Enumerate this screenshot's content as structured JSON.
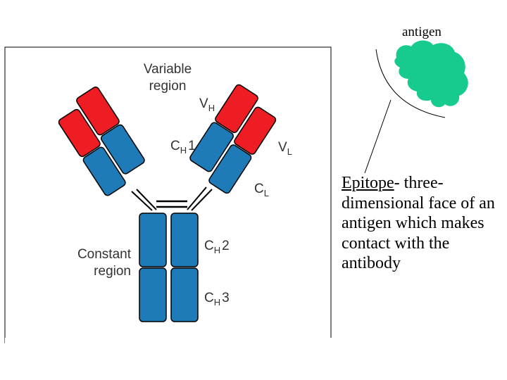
{
  "diagram": {
    "labels": {
      "variable_region_line1": "Variable",
      "variable_region_line2": "region",
      "vh": "V",
      "vh_sub": "H",
      "vl": "V",
      "vl_sub": "L",
      "ch1": "C",
      "ch1_sub": "H",
      "ch1_num": "1",
      "cl": "C",
      "cl_sub": "L",
      "ch2": "C",
      "ch2_sub": "H",
      "ch2_num": "2",
      "ch3": "C",
      "ch3_sub": "H",
      "ch3_num": "3",
      "constant_region_line1": "Constant",
      "constant_region_line2": "region"
    },
    "antigen_label": "antigen",
    "epitope": {
      "term": "Epitope",
      "definition": "- three-dimensional face of an antigen which makes contact with the antibody"
    },
    "colors": {
      "variable": "#ee1c23",
      "constant": "#1f7ab8",
      "antigen": "#16cb8d",
      "outline": "#000000"
    }
  }
}
